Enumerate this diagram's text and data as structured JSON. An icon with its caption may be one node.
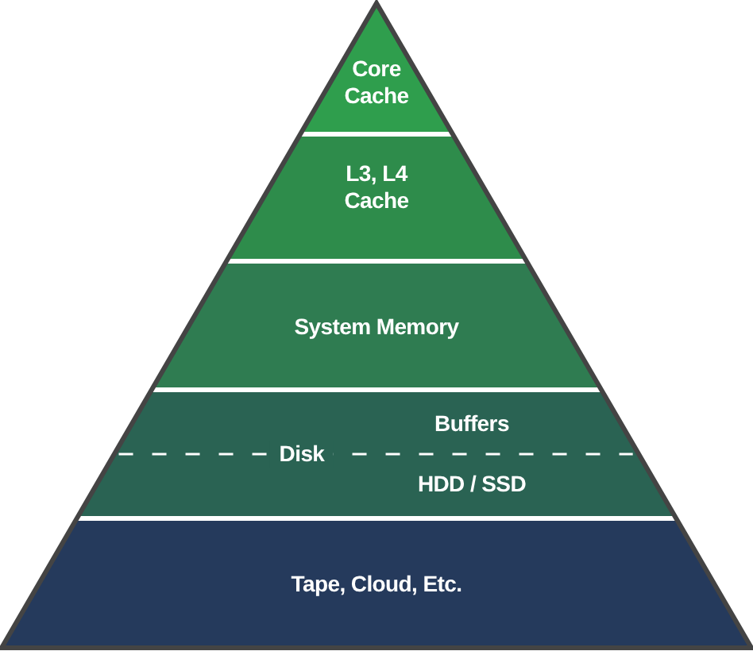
{
  "diagram": {
    "nodes": [
      {
        "text": [
          "Core Cache"
        ]
      },
      {
        "text": [
          "L3, L4 Cache"
        ]
      },
      {
        "text": [
          "System Memory"
        ]
      },
      {
        "text": [
          "Buffers",
          "Disk",
          "HDD / SSD"
        ]
      },
      {
        "text": [
          "Tape, Cloud, Etc."
        ]
      }
    ],
    "edges": []
  }
}
